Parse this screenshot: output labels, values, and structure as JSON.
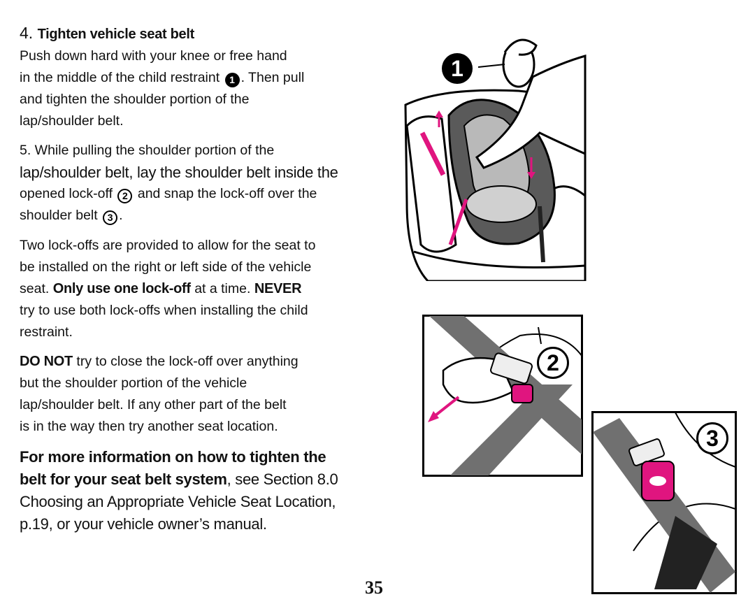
{
  "step4": {
    "number": "4.",
    "title": "Tighten vehicle seat belt",
    "line1": "Push down hard with your knee or free hand",
    "line2a": "in the middle of the child restraint",
    "badge": "1",
    "line2b": ". Then pull",
    "line3": "and tighten the shoulder portion of the",
    "line4": "lap/shoulder belt."
  },
  "step5": {
    "line1": "5. While pulling the shoulder portion of the",
    "line2": "lap/shoulder belt, lay the shoulder belt inside the",
    "line3a": "opened lock-off",
    "badge2": "2",
    "line3b": "and snap the lock-off over the",
    "line4a": "shoulder belt",
    "badge3": "3",
    "line4b": "."
  },
  "lockoffs": {
    "line1": "Two lock-offs are provided to allow for the seat to",
    "line2": "be installed on the right or left side of the vehicle",
    "line3a": "seat.",
    "line3b": "Only use one lock-off",
    "line3c": "at a time.",
    "line3d": "NEVER",
    "line4": "try to use both lock-offs when installing the child",
    "line5": "restraint."
  },
  "donot": {
    "line1a": "DO NOT",
    "line1b": "try to close the lock-off over anything",
    "line2": "but the shoulder portion of the vehicle",
    "line3": "lap/shoulder belt. If any other part of the belt",
    "line4": "is in the way then try another seat location."
  },
  "moreinfo": {
    "line1": "For more information on how to tighten the",
    "line2a": "belt for your seat belt system",
    "line2b": ", see Section 8.0",
    "line3": "Choosing an Appropriate Vehicle Seat Location,",
    "line4": "p.19, or your vehicle owner’s manual."
  },
  "figures": {
    "fig1_label": "1",
    "fig2_label": "2",
    "fig3_label": "3",
    "accent_color": "#e0157f",
    "belt_color": "#707070"
  },
  "page_number": "35"
}
